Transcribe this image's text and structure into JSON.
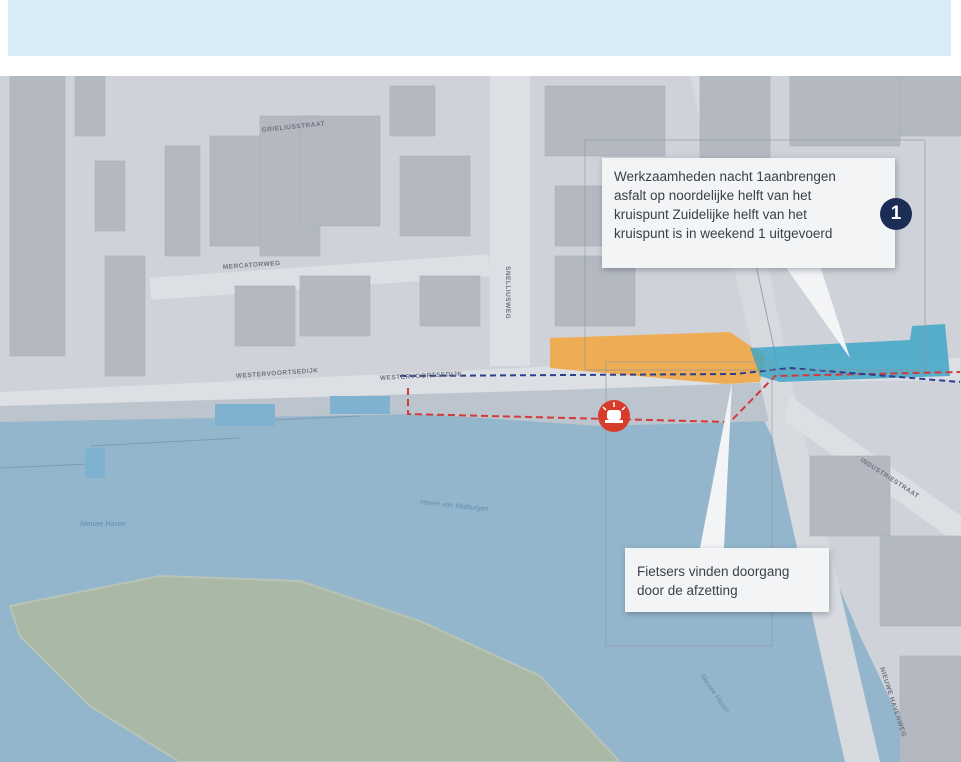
{
  "callouts": {
    "work_note": {
      "lines": [
        "Werkzaamheden nacht 1aanbrengen",
        "asfalt op noordelijke helft van het",
        "kruispunt Zuidelijke helft van het",
        "kruispunt is in weekend 1 uitgevoerd"
      ]
    },
    "cyclist_note": {
      "lines": [
        "Fietsers vinden doorgang",
        "door de afzetting"
      ]
    }
  },
  "badge": {
    "number": "1"
  },
  "map_labels": {
    "grieliusstraat": "GRIELIUSSTRAAT",
    "mercatorweg": "MERCATORWEG",
    "snelliusweg": "SNELLIUSWEG",
    "westervoortsedijk": "WESTERVOORTSEDIJK",
    "industriestraat": "INDUSTRIESTRAAT",
    "nieuwe_havenweg": "NIEUWE HAVENWEG",
    "nieuwe_haven": "Nieuwe Haven",
    "haven_van_malburgen": "Haven van Malburgen",
    "nieuwe_haven_2": "Nieuwe Haven"
  },
  "icons": {
    "badge": "numbered-circle-icon",
    "warning": "warning-light-icon"
  },
  "colors": {
    "work_area": "#eeac55",
    "completed_area": "#3fa6c6",
    "detour_red": "#d33a3a",
    "detour_blue": "#2b3f8f",
    "badge": "#1b2d55",
    "warning": "#d93b2b"
  }
}
